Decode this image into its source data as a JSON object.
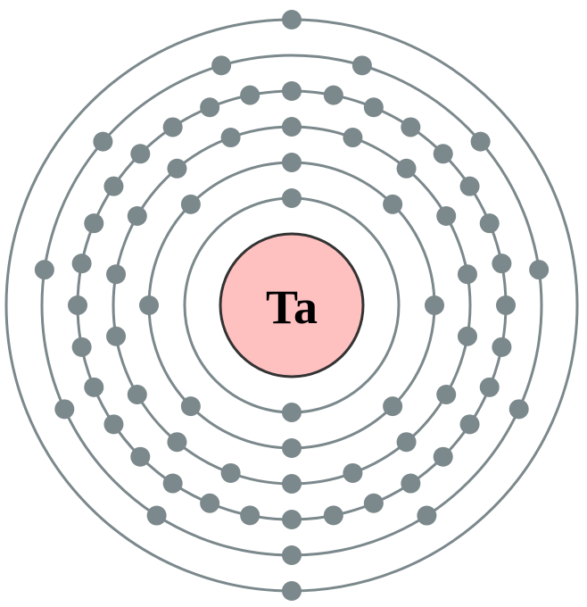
{
  "element": {
    "symbol": "Ta",
    "nucleus_color": "#ffc0c0",
    "shell_color": "#7b888c",
    "electron_color": "#7b888c"
  },
  "shells": [
    {
      "electrons": 2
    },
    {
      "electrons": 8
    },
    {
      "electrons": 18
    },
    {
      "electrons": 32
    },
    {
      "electrons": 11
    },
    {
      "electrons": 2
    }
  ]
}
